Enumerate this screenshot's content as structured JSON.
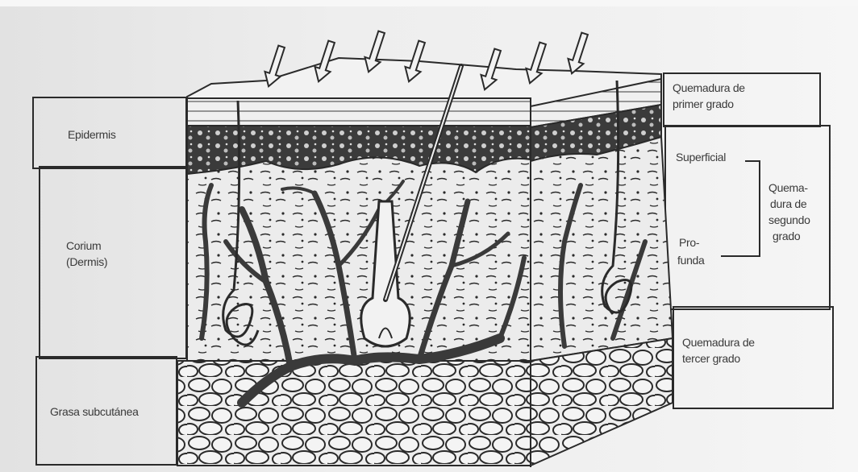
{
  "left_labels": {
    "epidermis": "Epidermis",
    "corium_line1": "Corium",
    "corium_line2": "(Dermis)",
    "subcutaneous": "Grasa subcutánea"
  },
  "right_labels": {
    "first_degree_line1": "Quemadura de",
    "first_degree_line2": "primer grado",
    "superficial": "Superficial",
    "deep_line1": "Pro-",
    "deep_line2": "funda",
    "second_degree_line1": "Quema-",
    "second_degree_line2": "dura de",
    "second_degree_line3": "segundo",
    "second_degree_line4": "grado",
    "third_degree_line1": "Quemadura de",
    "third_degree_line2": "tercer grado"
  },
  "colors": {
    "ink": "#2a2a2a",
    "paper": "#ececec",
    "label_text": "#3a3a3a"
  },
  "icons": {
    "heat_arrows": "down-arrow-icon",
    "hair": "hair-shaft-icon"
  }
}
